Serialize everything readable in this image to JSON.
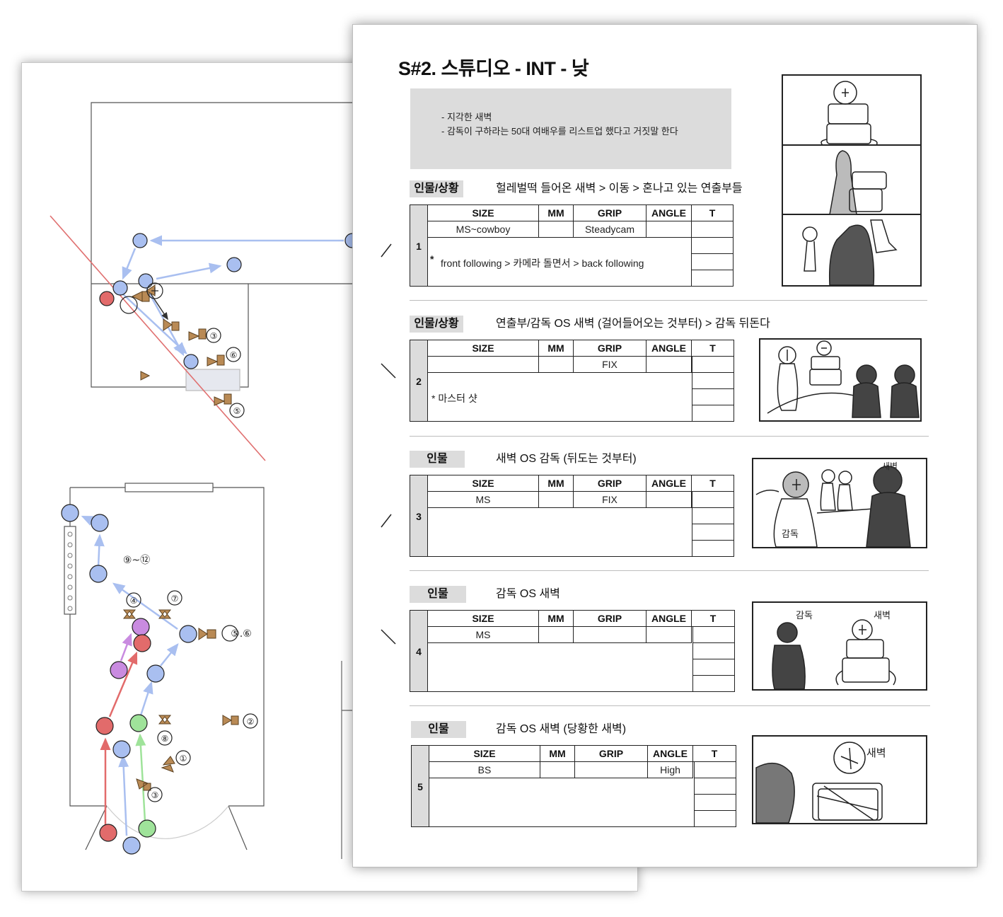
{
  "diagram": {
    "cam_labels": [
      "③",
      "⑥",
      "⑤",
      "⑨~⑫",
      "④",
      "⑦",
      "⑤.⑥",
      "②",
      "⑧",
      "①",
      "③"
    ],
    "colors": {
      "blue": "#a9bff0",
      "red": "#e26b6b",
      "green": "#9fe39a",
      "purple": "#c98be0",
      "camera": "#b98a55",
      "cut_line": "#e07070"
    }
  },
  "scene": {
    "title": "S#2. 스튜디오 - INT - 낮",
    "synopsis": [
      "- 지각한 새벽",
      "- 감독이 구하라는 50대 여배우를 리스트업 했다고 거짓말 한다"
    ]
  },
  "table_headers": {
    "size": "SIZE",
    "mm": "MM",
    "grip": "GRIP",
    "angle": "ANGLE",
    "t": "T"
  },
  "shots": [
    {
      "number": "1",
      "label": "인물/상황",
      "desc": "헐레벌떡 들어온 새벽 > 이동 > 혼나고 있는 연출부들",
      "size": "MS~cowboy",
      "mm": "",
      "grip": "Steadycam",
      "angle": "",
      "note_star": "*",
      "note": "front following > 카메라 돌면서 > back following"
    },
    {
      "number": "2",
      "label": "인물/상황",
      "desc": "연출부/감독 OS 새벽 (걸어들어오는 것부터) > 감독 뒤돈다",
      "size": "",
      "mm": "",
      "grip": "FIX",
      "angle": "",
      "note_star": "",
      "note": "* 마스터 샷"
    },
    {
      "number": "3",
      "label": "인물",
      "desc": "새벽 OS 감독 (뒤도는 것부터)",
      "size": "MS",
      "mm": "",
      "grip": "FIX",
      "angle": "",
      "note_star": "",
      "note": ""
    },
    {
      "number": "4",
      "label": "인물",
      "desc": "감독 OS 새벽",
      "size": "MS",
      "mm": "",
      "grip": "",
      "angle": "",
      "note_star": "",
      "note": ""
    },
    {
      "number": "5",
      "label": "인물",
      "desc": "감독 OS 새벽 (당황한 새벽)",
      "size": "BS",
      "mm": "",
      "grip": "",
      "angle": "High",
      "note_star": "",
      "note": ""
    }
  ],
  "sketch_labels": {
    "shot3_left": "감독",
    "shot3_right": "새벽",
    "shot4_left": "감독",
    "shot4_right": "새벽",
    "shot5": "새벽"
  }
}
